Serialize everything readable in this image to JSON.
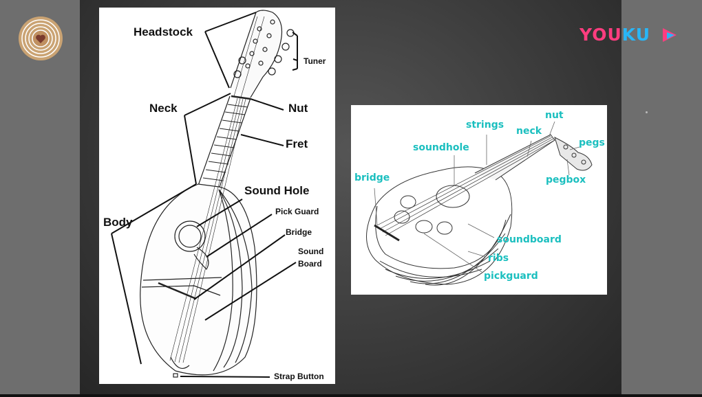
{
  "watermark": {
    "brand_a": "YOU",
    "brand_b": "KU",
    "icon": "youku-play-icon",
    "channel_logo": "heart-badge-icon"
  },
  "colors": {
    "accent_teal": "#1bbfbf",
    "youku_pink": "#ff3d7f",
    "youku_blue": "#29b6f6"
  },
  "mandolin": {
    "labels": {
      "headstock": "Headstock",
      "tuner": "Tuner",
      "neck": "Neck",
      "nut": "Nut",
      "fret": "Fret",
      "sound_hole": "Sound Hole",
      "pick_guard": "Pick Guard",
      "body": "Body",
      "bridge": "Bridge",
      "sound_board_1": "Sound",
      "sound_board_2": "Board",
      "strap_button": "Strap Button"
    }
  },
  "oud": {
    "labels": {
      "strings": "strings",
      "nut": "nut",
      "neck": "neck",
      "pegs": "pegs",
      "soundhole": "soundhole",
      "pegbox": "pegbox",
      "bridge": "bridge",
      "soundboard": "soundboard",
      "ribs": "ribs",
      "pickguard": "pickguard"
    }
  }
}
